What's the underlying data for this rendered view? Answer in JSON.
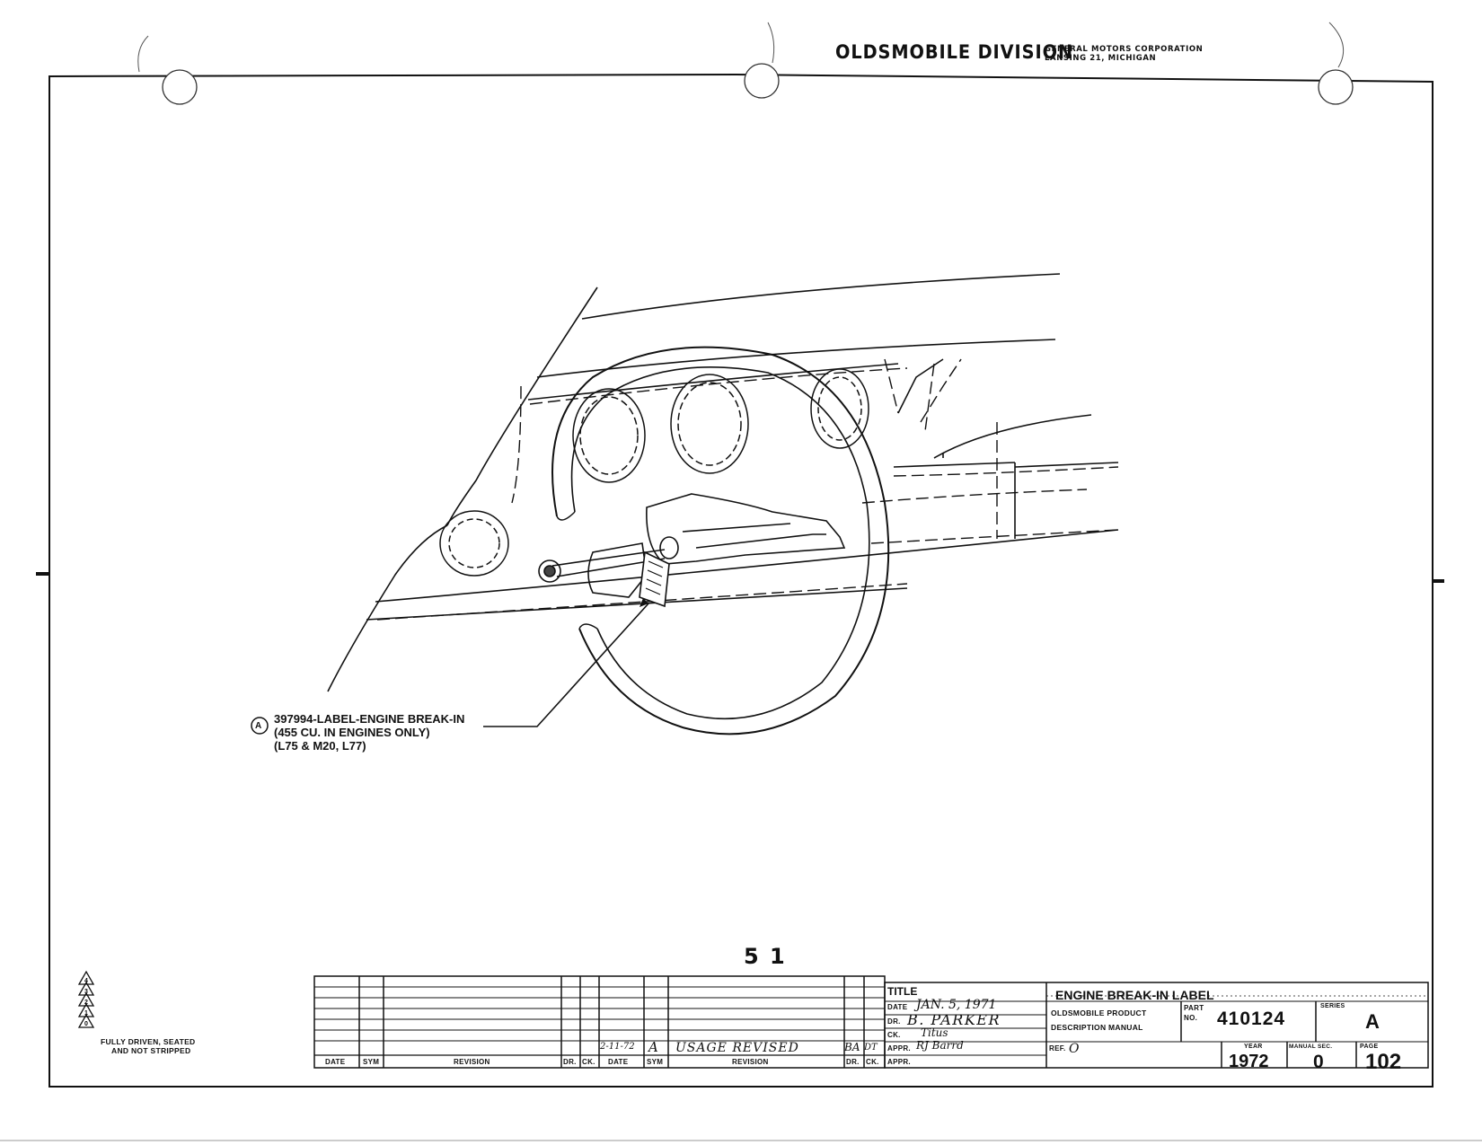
{
  "header": {
    "division": "OLDSMOBILE DIVISION",
    "corporation": "GENERAL MOTORS CORPORATION",
    "location": "LANSING 21, MICHIGAN"
  },
  "callout": {
    "marker": "A",
    "line1": "397994-LABEL-ENGINE BREAK-IN",
    "line2": "(455 CU. IN ENGINES ONLY)",
    "line3": "(L75 & M20, L77)"
  },
  "page_number_large": "5 1",
  "legend": {
    "note_line1": "FULLY DRIVEN, SEATED",
    "note_line2": "AND NOT STRIPPED"
  },
  "revision_block": {
    "left_headers": [
      "DATE",
      "SYM",
      "REVISION",
      "DR.",
      "CK."
    ],
    "right_headers": [
      "DATE",
      "SYM",
      "REVISION",
      "DR.",
      "CK."
    ],
    "entry": {
      "date": "2-11-72",
      "sym": "A",
      "revision": "USAGE REVISED",
      "dr": "BA",
      "ck": "DT"
    }
  },
  "title_block": {
    "title_label": "TITLE",
    "title": "ENGINE BREAK-IN LABEL",
    "date_label": "DATE",
    "date": "JAN. 5, 1971",
    "dr_label": "DR.",
    "dr": "B. PARKER",
    "ck_label": "CK.",
    "ck": "Titus",
    "appr_label": "APPR.",
    "appr": "RJ Barrd",
    "appr2_label": "APPR.",
    "manual_line1": "OLDSMOBILE PRODUCT",
    "manual_line2": "DESCRIPTION MANUAL",
    "part_label1": "PART",
    "part_label2": "NO.",
    "part_no": "410124",
    "series_label": "SERIES",
    "series": "A",
    "ref_label": "REF.",
    "ref": "O",
    "year_label": "YEAR",
    "year": "1972",
    "manual_sec_label": "MANUAL SEC.",
    "manual_sec": "0",
    "page_label": "PAGE",
    "page": "102"
  }
}
